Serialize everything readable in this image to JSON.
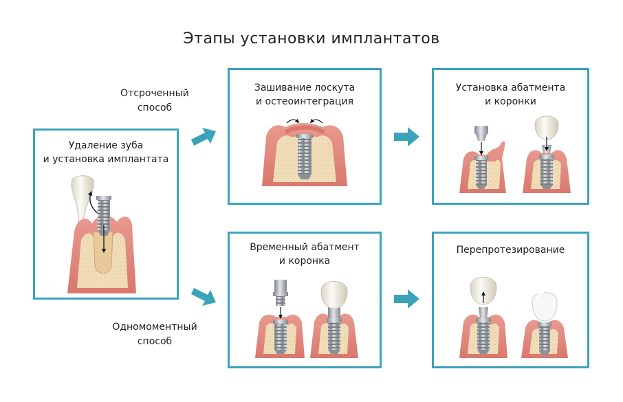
{
  "title": "Этапы установки имплантатов",
  "methods": {
    "delayed": "Отсроченный\nспособ",
    "immediate": "Одномоментный\nспособ"
  },
  "stages": {
    "removal": "Удаление зуба\nи установка имплантата",
    "suturing": "Зашивание лоскута\nи остеоинтеграция",
    "abutment_install": "Установка абатмента\nи коронки",
    "temporary": "Временный абатмент\nи коронка",
    "reprosthetics": "Перепротезирование"
  },
  "colors": {
    "box_border": "#3aa3ba",
    "arrow": "#3aa3ba",
    "gum": "#e0857b",
    "bone": "#f2ddb9",
    "metal": "#a9adb3",
    "crown": "#f4f2ea"
  }
}
